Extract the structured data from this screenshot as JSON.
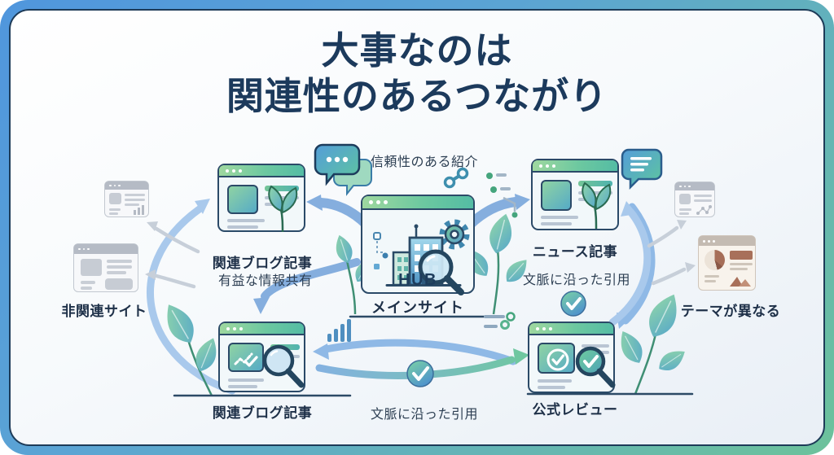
{
  "title": {
    "line1": "大事なのは",
    "line2": "関連性のあるつながり"
  },
  "hub": {
    "badge": "HUB",
    "label": "メインサイト"
  },
  "nodes": {
    "top_left": {
      "label": "関連ブログ記事"
    },
    "top_right": {
      "label": "ニュース記事"
    },
    "bottom_left": {
      "label": "関連ブログ記事"
    },
    "bottom_right": {
      "label": "公式レビュー"
    }
  },
  "excluded": {
    "left": {
      "label": "非関連サイト"
    },
    "right": {
      "label": "テーマが異なる"
    }
  },
  "annotations": {
    "top": "信頼性のある紹介",
    "left": "有益な情報共有",
    "right": "文脈に沿った引用",
    "bottom": "文脈に沿った引用"
  },
  "icons": {
    "hub": [
      "building-icon",
      "gear-icon",
      "magnifier-icon"
    ],
    "decorations": [
      "speech-bubbles-icon",
      "chat-bubble-icon",
      "check-circle-icon",
      "bar-chart-icon",
      "leaf-plant",
      "network-nodes-icon",
      "link-icon"
    ]
  },
  "colors": {
    "border_gradient_start": "#5096dd",
    "border_gradient_end": "#6cc29b",
    "title_navy": "#1c3a5c",
    "window_outline": "#2b4a68",
    "titlebar_green_start": "#9fd89f",
    "titlebar_green_end": "#54bca4",
    "arrow_blue": "#8db7e4",
    "arrow_gray": "#c7cfd9",
    "excluded_brown": "#a8705a"
  }
}
